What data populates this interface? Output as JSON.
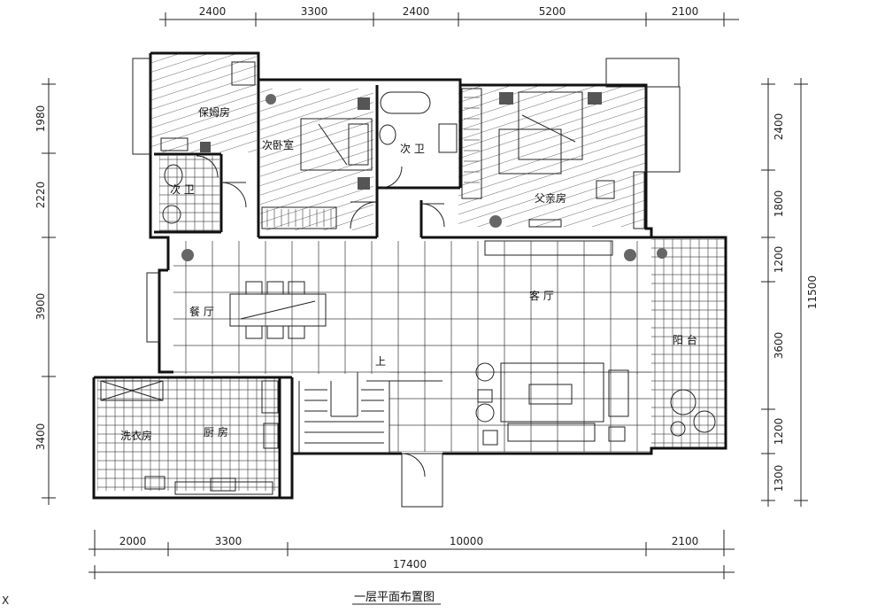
{
  "title": "一层平面布置图",
  "corner_mark": "X",
  "dims_top": [
    "2400",
    "3300",
    "2400",
    "5200",
    "2100"
  ],
  "dims_bottom": [
    "2000",
    "3300",
    "10000",
    "2100"
  ],
  "dim_total_bottom": "17400",
  "dims_left": [
    "1980",
    "2220",
    "3900",
    "3400"
  ],
  "dims_right": [
    "2400",
    "1800",
    "1200",
    "3600",
    "1200",
    "1300"
  ],
  "dim_total_right": "11500",
  "rooms": {
    "nanny": "保姆房",
    "second_bedroom": "次卧室",
    "bath_center": "次  卫",
    "bath_left": "次  卫",
    "father_room": "父亲房",
    "dining": "餐  厅",
    "living": "客  厅",
    "balcony": "阳  台",
    "laundry": "洗衣房",
    "kitchen": "厨  房",
    "stair_up": "上"
  }
}
